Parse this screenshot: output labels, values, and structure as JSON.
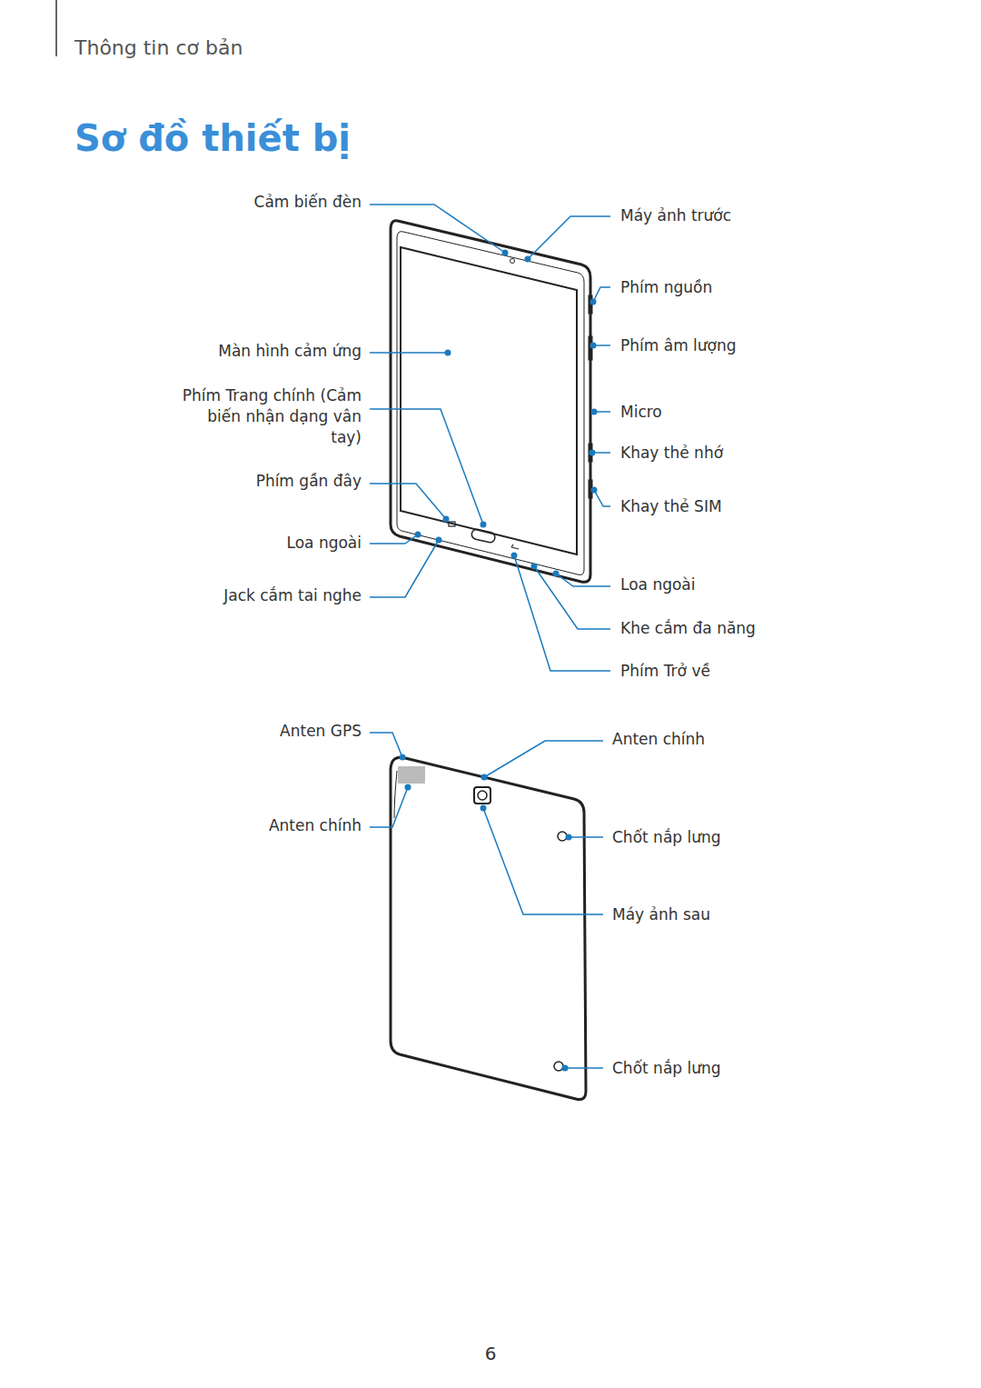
{
  "diagram": {
    "title": "Sơ đồ thiết bị",
    "labels": [
      "Thông tin cơ bản",
      "Cảm biến đèn",
      "Máy ảnh trước",
      "Phím nguồn",
      "Màn hình cảm ứng",
      "Phím âm lượng",
      "Phím Trang chính (Cảm biến nhận dạng vân tay)",
      "Micro",
      "Khay thẻ nhớ",
      "Phím gần đây",
      "Khay thẻ SIM",
      "Loa ngoài",
      "Loa ngoài",
      "Jack cắm tai nghe",
      "Khe cắm đa năng",
      "Phím Trở về",
      "Anten GPS",
      "Anten chính",
      "Anten chính",
      "Chốt nắp lưng",
      "Máy ảnh sau",
      "Chốt nắp lưng",
      "6"
    ]
  }
}
